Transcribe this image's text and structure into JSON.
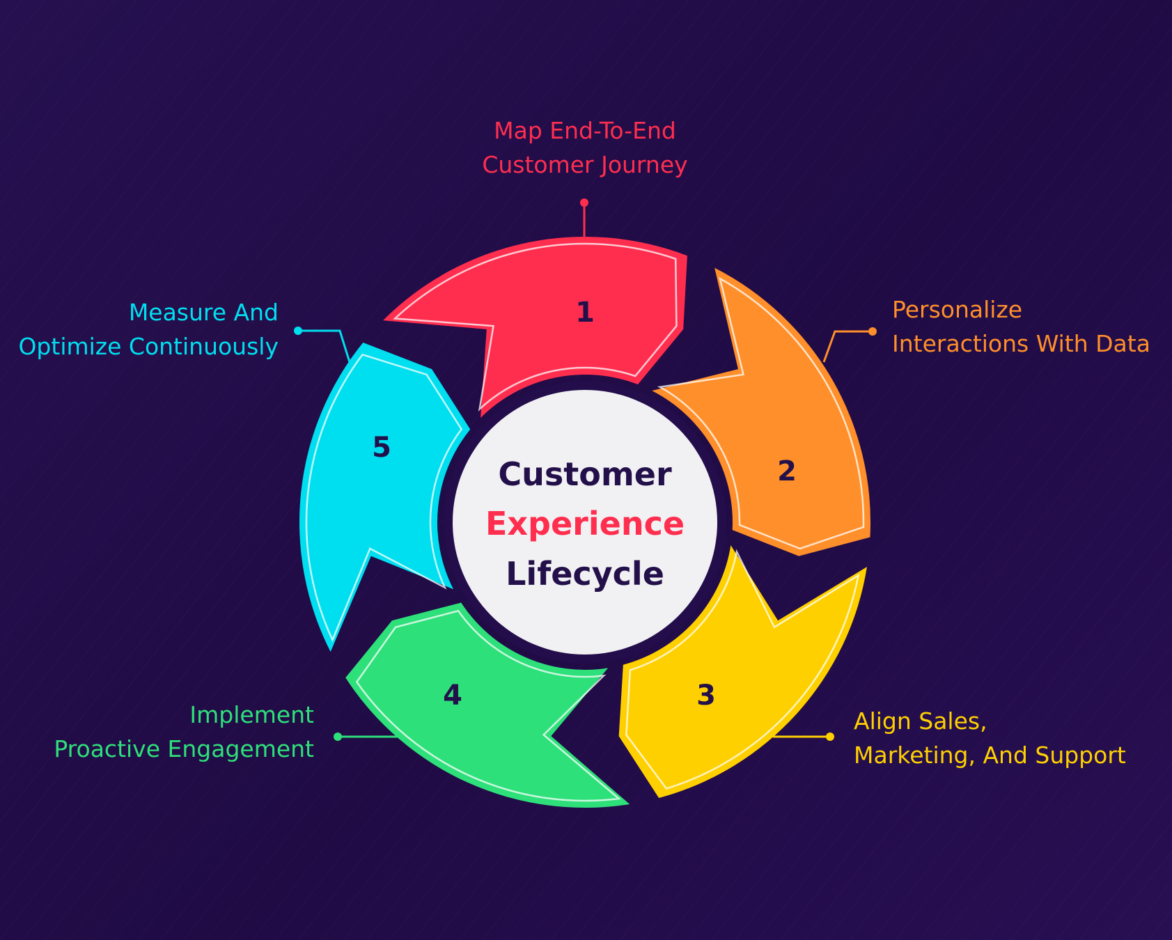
{
  "center": {
    "line1": "Customer",
    "line2": "Experience",
    "line3": "Lifecycle"
  },
  "steps": [
    {
      "number": "1",
      "label_line1": "Map End-To-End",
      "label_line2": "Customer Journey",
      "color": "#ff2e4f"
    },
    {
      "number": "2",
      "label_line1": "Personalize",
      "label_line2": "Interactions With Data",
      "color": "#ff8f2a"
    },
    {
      "number": "3",
      "label_line1": "Align Sales,",
      "label_line2": "Marketing, And Support",
      "color": "#ffd000"
    },
    {
      "number": "4",
      "label_line1": "Implement",
      "label_line2": "Proactive Engagement",
      "color": "#2ee07a"
    },
    {
      "number": "5",
      "label_line1": "Measure And",
      "label_line2": "Optimize Continuously",
      "color": "#00dff0"
    }
  ],
  "colors": {
    "background": "#230d4b",
    "center_fill": "#f1f1f3",
    "center_dark_text": "#23104a",
    "center_accent_text": "#ff2e4f"
  }
}
